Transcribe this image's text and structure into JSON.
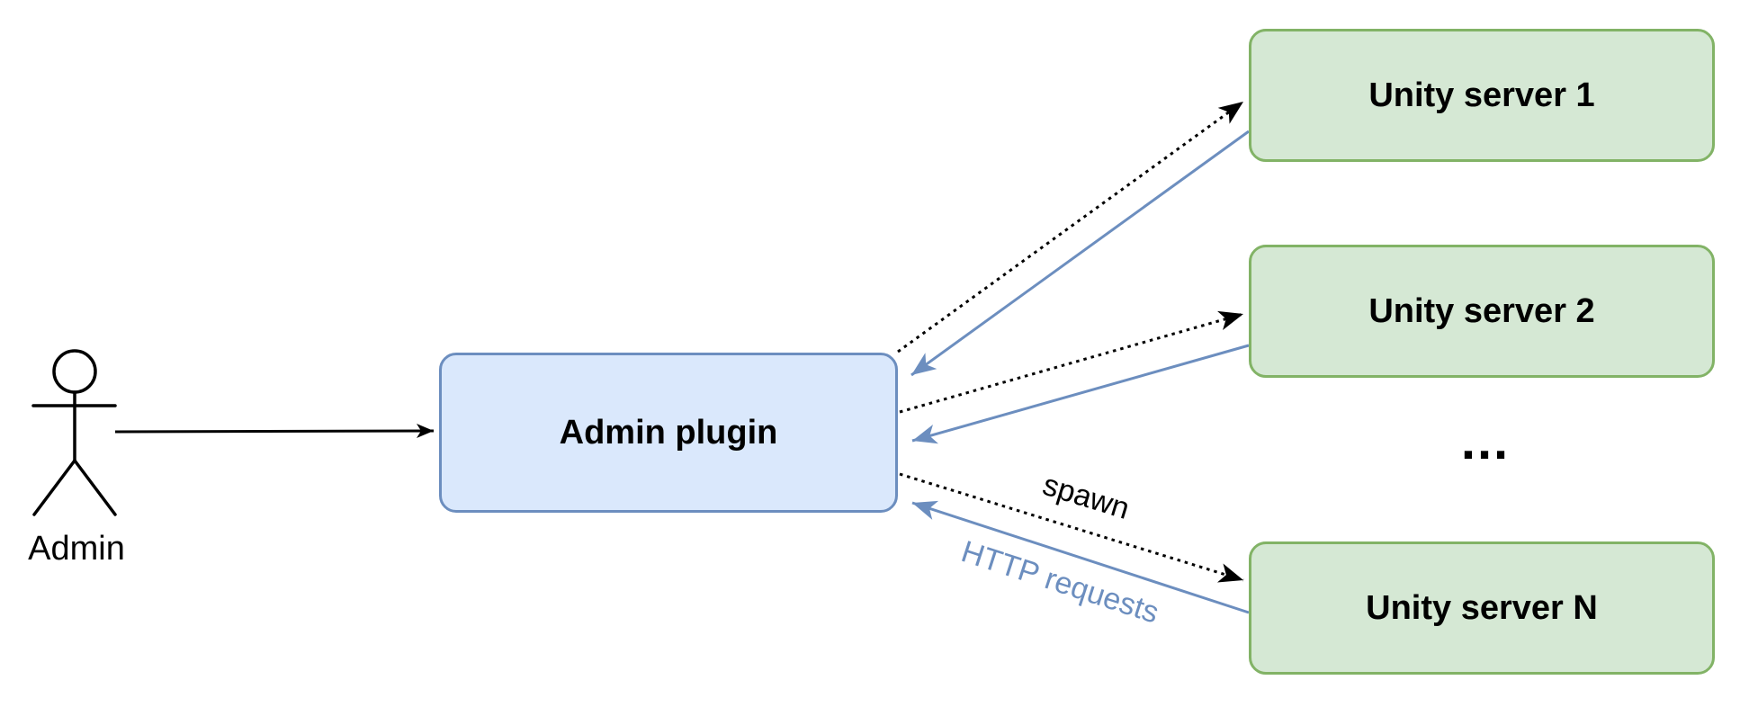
{
  "diagram": {
    "actor": {
      "label": "Admin"
    },
    "plugin": {
      "label": "Admin plugin"
    },
    "servers": [
      {
        "label": "Unity server 1"
      },
      {
        "label": "Unity server 2"
      },
      {
        "label": "Unity server N"
      }
    ],
    "ellipsis": "...",
    "edges": {
      "spawn_label": "spawn",
      "http_label": "HTTP requests",
      "spawn_style": "dotted-black",
      "http_style": "solid-blue"
    },
    "colors": {
      "plugin_fill": "#dae8fc",
      "plugin_stroke": "#6c8ebf",
      "server_fill": "#d5e8d4",
      "server_stroke": "#82b366",
      "arrow_blue": "#6c8ebf",
      "arrow_black": "#000000"
    }
  }
}
